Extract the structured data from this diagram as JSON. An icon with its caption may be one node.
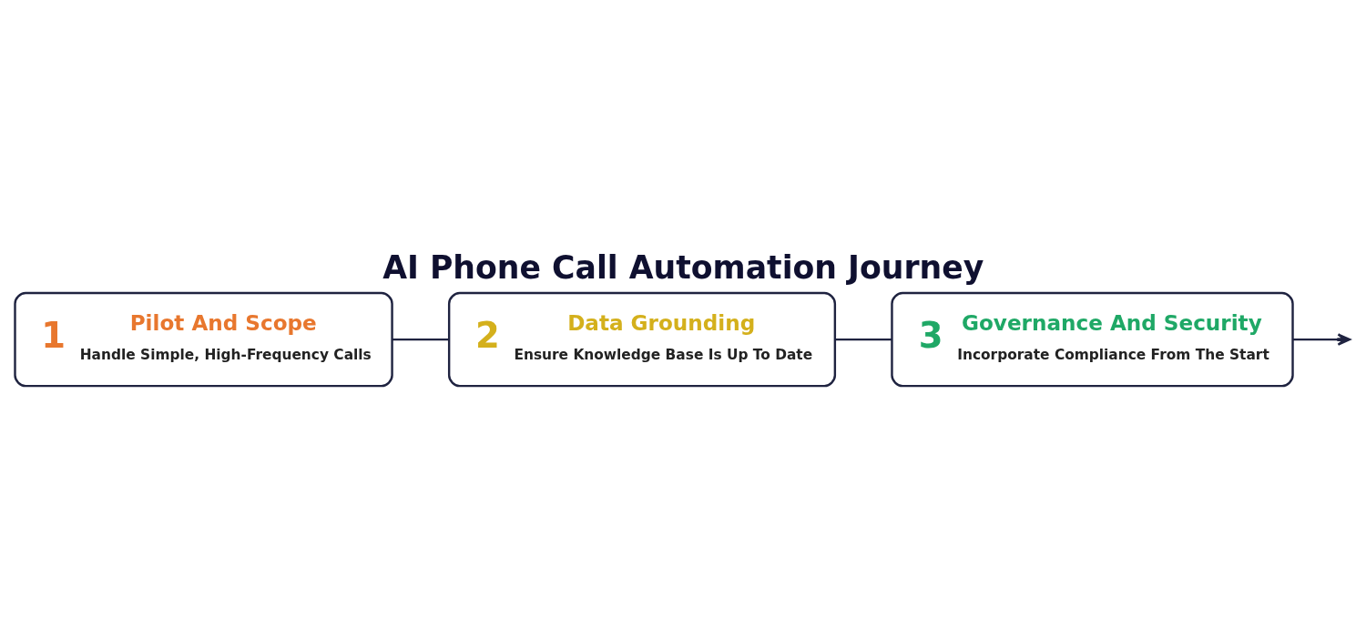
{
  "diagram": {
    "title": "AI Phone Call Automation Journey",
    "nodes": [
      {
        "text": [
          "1",
          "Pilot And Scope",
          "Handle Simple, High-Frequency Calls"
        ]
      },
      {
        "text": [
          "2",
          "Data Grounding",
          "Ensure Knowledge Base Is Up To Date"
        ]
      },
      {
        "text": [
          "3",
          "Governance And Security",
          "Incorporate Compliance From The Start"
        ]
      }
    ],
    "edges": [
      {
        "from": 0,
        "to": 1,
        "arrow": "none"
      },
      {
        "from": 1,
        "to": 2,
        "arrow": "none"
      },
      {
        "from": 2,
        "to": null,
        "arrow": "to"
      }
    ]
  }
}
